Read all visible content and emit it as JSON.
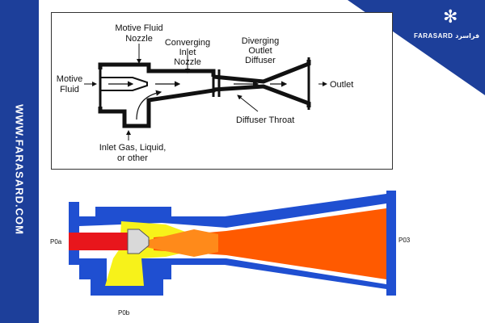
{
  "watermark": {
    "side_text": "WWW.FARASARD.COM",
    "brand_text": "FARASARD",
    "brand_arabic": "فراسرد",
    "accent_color": "#1d3f9a"
  },
  "top_diagram": {
    "motive_fluid_nozzle": [
      "Motive Fluid",
      "Nozzle"
    ],
    "converging_inlet_nozzle": [
      "Converging",
      "Inlet",
      "Nozzle"
    ],
    "diverging_outlet_diffuser": [
      "Diverging",
      "Outlet",
      "Diffuser"
    ],
    "motive_fluid": [
      "Motive",
      "Fluid"
    ],
    "outlet": "Outlet",
    "diffuser_throat": "Diffuser Throat",
    "inlet_gas": [
      "Inlet Gas, Liquid,",
      "or other"
    ]
  },
  "bottom_diagram": {
    "p0a": "P0a",
    "p0b": "P0b",
    "p03": "P03",
    "colors": {
      "body": "#1f4fd1",
      "motive": "#e8161c",
      "suction": "#f7f21a",
      "flow": "#ff5a00"
    }
  }
}
